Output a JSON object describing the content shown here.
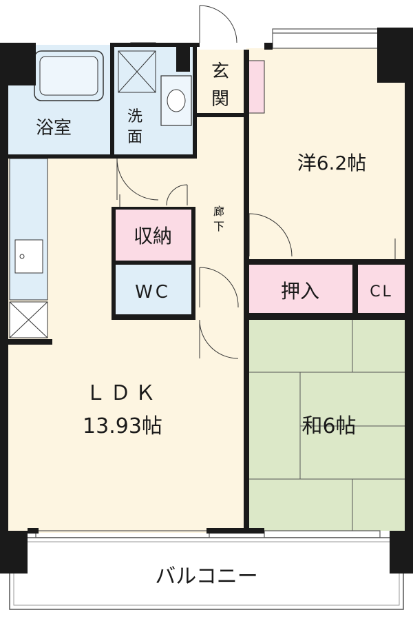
{
  "rooms": {
    "bath": "浴室",
    "wash_1": "洗",
    "wash_2": "面",
    "entrance_1": "玄",
    "entrance_2": "関",
    "western": "洋6.2帖",
    "corridor_1": "廊",
    "corridor_2": "下",
    "storage": "収納",
    "wc": "WC",
    "closet_oshiire": "押入",
    "cl": "CL",
    "ldk_1": "ＬＤＫ",
    "ldk_2": "13.93帖",
    "japanese": "和6帖",
    "balcony": "バルコニー"
  },
  "colors": {
    "wall": "#1a1a1a",
    "wet_area": "#dfeef8",
    "living_floor": "#fdf5e1",
    "storage": "#fbdbe5",
    "tatami": "#dce8c8",
    "balcony": "#ffffff"
  }
}
